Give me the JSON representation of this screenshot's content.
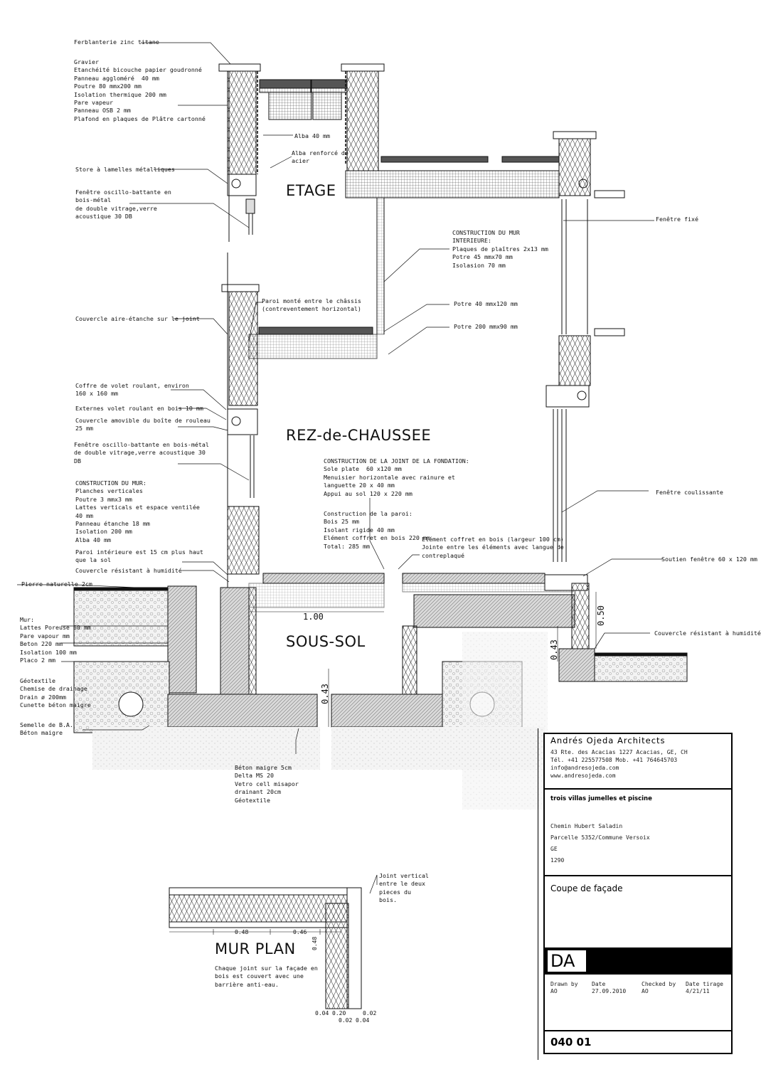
{
  "levels": {
    "etage": "ETAGE",
    "rez": "REZ-de-CHAUSSEE",
    "sous_sol": "SOUS-SOL",
    "mur_plan": "MUR PLAN"
  },
  "labels": {
    "ferblanterie": "Ferblanterie zinc titane",
    "toiture": "Gravier\nEtanchéité bicouche papier goudronné\nPanneau aggloméré  40 mm\nPoutre 80 mmx200 mm\nIsolation thermique 200 mm\nPare vapeur\nPanneau OSB 2 mm\nPlafond en plaques de Plâtre cartonné",
    "alba40": "Alba 40 mm",
    "alba_renforce": "Alba renforcé de\nacier",
    "store": "Store à lamelles métalliques",
    "fenetre_etage": "Fenêtre oscillo-battante en\nbois-métal\nde double vitrage,verre\nacoustique 30 DB",
    "fenetre_fixe": "Fenêtre fixé",
    "mur_interieur": "CONSTRUCTION DU MUR\nINTERIEURE:\nPlaques de plaîtres 2x13 mm\nPotre 45 mmx70 mm\nIsolasion 70 mm",
    "paroi_monte": "Paroi monté entre le châssis\n(contreventement horizontal)",
    "potre40": "Potre 40 mmx120 mm",
    "potre200": "Potre 200 mmx90 mm",
    "couvercle_air": "Couvercle aire-étanche sur le joint",
    "coffre_volet": "Coffre de volet roulant, environ\n160 x 160 mm",
    "externes_volet": "Externes volet roulant en bois 10 mm",
    "couvercle_amovible": "Couvercle amovible du boîte de rouleau\n25 mm",
    "fenetre_rez": "Fenêtre oscillo-battante en bois-métal\nde double vitrage,verre acoustique 30\nDB",
    "joint_fondation": "CONSTRUCTION DE LA JOINT DE LA FONDATION:\nSole plate  60 x120 mm\nMenuisier horizontale avec rainure et\nlanguette 20 x 40 mm\nAppui au sol 120 x 220 mm",
    "construction_mur": "CONSTRUCTION DU MUR:\nPlanches verticales\nPoutre 3 mmx3 mm\nLattes verticals et espace ventilée\n40 mm\nPanneau étanche 18 mm\nIsolation 200 mm\nAlba 40 mm",
    "construction_paroi": "Construction de la paroi:\nBois 25 mm\nIsolant rigide 40 mm\nElément coffret en bois 220 mm\nTotal: 285 mm",
    "element_coffret": "Elément coffret en bois (largeur 100 cm)\nJointe entre les éléments avec langue de\ncontreplaqué",
    "fenetre_coulissante": "Fenêtre coulissante",
    "paroi_interieure": "Paroi intérieure est 15 cm plus haut\nque la sol",
    "couvercle_humidite": "Couvercle résistant à humidité",
    "soutien_fenetre": "Soutien fenêtre 60 x 120 mm",
    "pierre": "Pierre naturelle 2cm",
    "mur_sous_sol": "Mur:\nLattes Poreuse 60 mm\nPare vapour mm\nBeton 220 mm\nIsolation 100 mm\nPlaco 2 mm",
    "geotextile_drain": "Géotextile\nChemise de drainage\nDrain ø 200mm\nCunette béton maigre",
    "semelle": "Semelle de B.A.\nBéton maigre",
    "couvercle_humidite2": "Couvercle résistant à humidité",
    "beton_maigre": "Béton maigre 5cm\nDelta MS 20\nVetro cell misapor\ndrainant 20cm\nGéotextile",
    "joint_vertical": "Joint vertical\nentre le deux\npieces du\nbois.",
    "chaque_joint": "Chaque joint sur la façade en\nbois est couvert avec une\nbarrière anti-eau."
  },
  "dimensions": {
    "d100": "1.00",
    "d050": "0.50",
    "d043a": "0.43",
    "d043b": "0.43",
    "d048a": "0.48",
    "d046": "0.46",
    "d048b": "0.48",
    "b1": "0.04",
    "b2": "0.20",
    "b3": "0.02",
    "b4": "0.02",
    "b5": "0.04"
  },
  "title_block": {
    "firm": "Andrés Ojeda Architects",
    "address": "43 Rte. des Acacias 1227 Acacias, GE, CH\nTél. +41 225577508 Mob. +41 764645703\ninfo@andresojeda.com\nwww.andresojeda.com",
    "project": "trois villas jumelles et piscine",
    "location": "Chemin Hubert Saladin\n\nParcelle 5352/Commune Versoix\n\nGE\n\n1290",
    "drawing_title": "Coupe de façade",
    "phase": "DA",
    "drawn_by_label": "Drawn by",
    "drawn_by": "AO",
    "date_label": "Date",
    "date": "27.09.2010",
    "checked_label": "Checked by",
    "checked_by": "AO",
    "tirage_label": "Date tirage",
    "tirage": "4/21/11",
    "sheet": "040 01"
  }
}
